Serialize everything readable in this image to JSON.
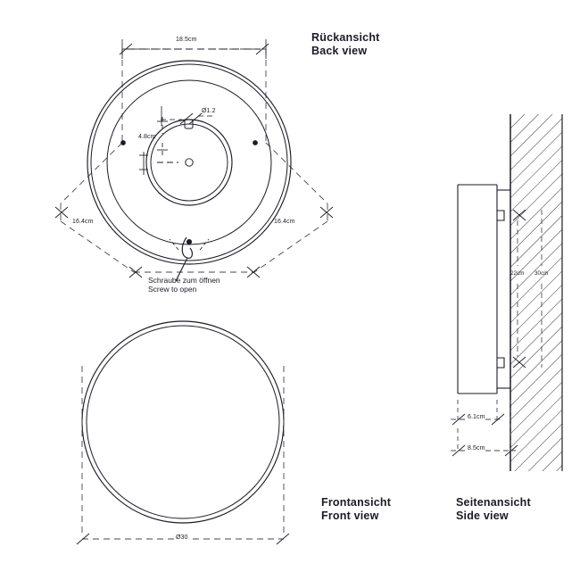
{
  "drawing": {
    "background_color": "#ffffff",
    "line_color": "#1b1b28",
    "views": {
      "back": {
        "title_de": "Rückansicht",
        "title_en": "Back view",
        "dimensions": {
          "outer_width": "18.5cm",
          "hole_diameter": "Ø1.2",
          "inner_offset": "4.8cm",
          "diagonal_left": "16.4cm",
          "diagonal_right": "16.4cm"
        },
        "annotation_de": "Schraube zum öffnen",
        "annotation_en": "Screw to open"
      },
      "front": {
        "title_de": "Frontansicht",
        "title_en": "Front view",
        "dimensions": {
          "diameter": "Ø30"
        }
      },
      "side": {
        "title_de": "Seitenansicht",
        "title_en": "Side view",
        "dimensions": {
          "upper_span": "22cm",
          "lower_span": "30cm",
          "depth_inner": "6.1cm",
          "depth_outer": "8.5cm"
        }
      }
    }
  }
}
